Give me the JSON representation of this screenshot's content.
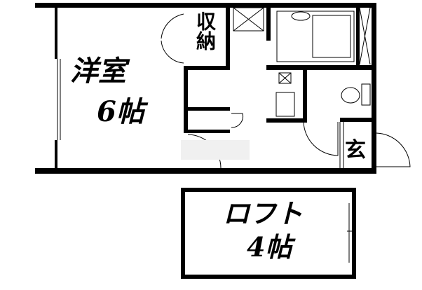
{
  "floorplan": {
    "rooms": {
      "western_room": {
        "name": "洋室",
        "size": "6帖"
      },
      "storage": {
        "name": "収納"
      },
      "entrance": {
        "name": "玄"
      },
      "loft": {
        "name": "ロフト",
        "size": "4帖"
      }
    },
    "colors": {
      "wall": "#000000",
      "background": "#ffffff"
    }
  }
}
